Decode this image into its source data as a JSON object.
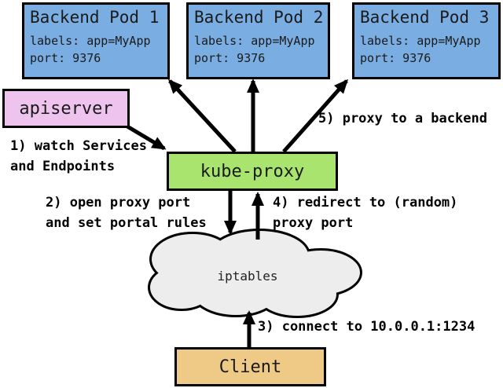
{
  "diagram": {
    "title_implicit": "kube-proxy userspace proxy mode overview",
    "pods": [
      {
        "title": "Backend Pod 1",
        "labels": "labels: app=MyApp",
        "port": "port: 9376"
      },
      {
        "title": "Backend Pod 2",
        "labels": "labels: app=MyApp",
        "port": "port: 9376"
      },
      {
        "title": "Backend Pod 3",
        "labels": "labels: app=MyApp",
        "port": "port: 9376"
      }
    ],
    "apiserver": {
      "label": "apiserver"
    },
    "kube_proxy": {
      "label": "kube-proxy"
    },
    "iptables": {
      "label": "iptables"
    },
    "client": {
      "label": "Client"
    },
    "annotations": [
      {
        "id": "step1",
        "lines": [
          "1) watch Services",
          "and Endpoints"
        ]
      },
      {
        "id": "step2",
        "lines": [
          "2) open proxy port",
          "and set portal rules"
        ]
      },
      {
        "id": "step3",
        "lines": [
          "3) connect to 10.0.0.1:1234"
        ]
      },
      {
        "id": "step4",
        "lines": [
          "4) redirect to (random)",
          "proxy port"
        ]
      },
      {
        "id": "step5",
        "lines": [
          "5) proxy to a backend"
        ]
      }
    ],
    "colors": {
      "pod_fill": "#7AAEE3",
      "apiserver_fill": "#EEC4EE",
      "kube_proxy_fill": "#A9E56E",
      "client_fill": "#EECA86",
      "cloud_fill": "#EDEDED",
      "outline": "#000000",
      "background": "#FFFFFF"
    }
  }
}
